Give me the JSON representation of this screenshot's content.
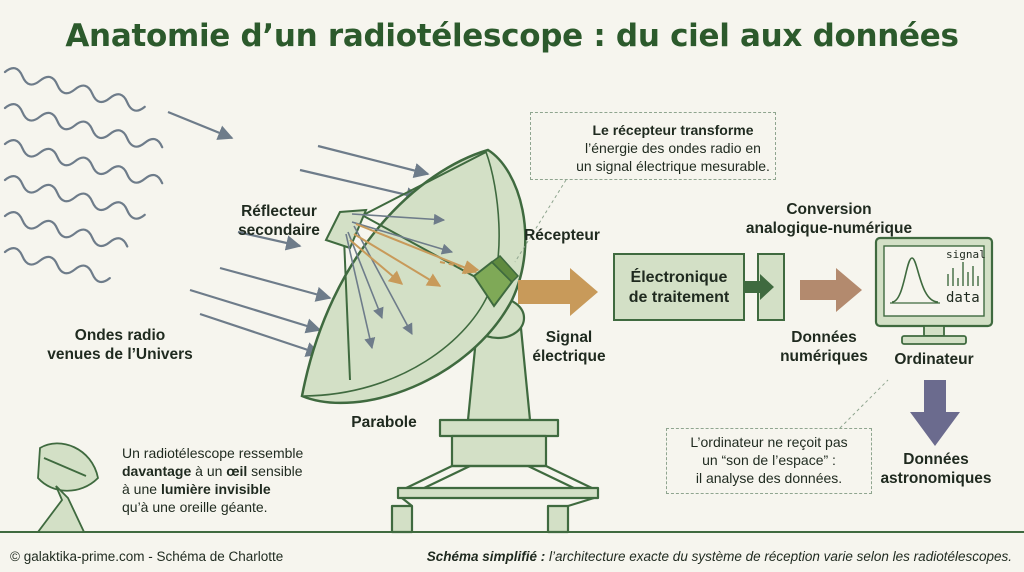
{
  "title": "Anatomie d’un radiotélescope : du ciel aux données",
  "labels": {
    "waves": "Ondes radio\nvenues de l’Univers",
    "secondary_reflector": "Réflecteur\nsecondaire",
    "parabola": "Parabole",
    "receiver": "Récepteur",
    "electrical_signal": "Signal\nélectrique",
    "electronics": "Électronique\nde traitement",
    "conversion": "Conversion\nanalogique-numérique",
    "digital_data": "Données\nnumériques",
    "computer": "Ordinateur",
    "astro_data": "Données\nastronomiques",
    "screen_signal": "signal",
    "screen_data": "data"
  },
  "receiver_note": {
    "bold": "Le récepteur transforme",
    "rest": "l’énergie des ondes radio en\nun signal électrique mesurable."
  },
  "computer_note": "L’ordinateur ne reçoit pas\nun “son de l’espace” :\nil analyse des données.",
  "eye_note": {
    "p1": "Un radiotélescope ressemble",
    "b1": "davantage",
    "p2": " à un ",
    "b2": "œil",
    "p3": " sensible",
    "p4": "à une ",
    "b3": "lumière invisible",
    "p5": "qu’à une oreille géante."
  },
  "footer": {
    "credit": "© galaktika-prime.com - Schéma de Charlotte",
    "disclaimer_bold": "Schéma simplifié :",
    "disclaimer_rest": " l’architecture exacte du système de réception varie selon les radiotélescopes."
  },
  "colors": {
    "title_green": "#2c5a2c",
    "dish_fill": "#d3e0c6",
    "dish_stroke": "#3f6a3f",
    "receiver_green": "#7fa957",
    "signal_orange": "#c89a5a",
    "ray_gray": "#6e7c8a",
    "down_arrow": "#6b6b8e",
    "box_fill": "#d3e0c6"
  }
}
